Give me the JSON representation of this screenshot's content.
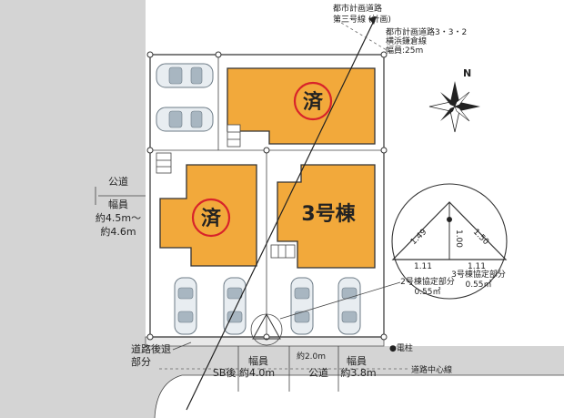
{
  "buildings": [
    {
      "id": "lot-top-right",
      "label": "済",
      "sold": true
    },
    {
      "id": "lot-left",
      "label": "済",
      "sold": true
    },
    {
      "id": "lot-3",
      "label": "3号棟",
      "sold": false
    }
  ],
  "roads": {
    "west_road": {
      "type": "公道",
      "width_label": "幅員",
      "width_value": "約4.5m～",
      "width_value2": "約4.6m"
    },
    "north_note_1": "都市計画道路",
    "north_note_2": "第三号線 (計画)",
    "north_note_3": "都市計画道路3・3・2",
    "north_note_4": "横浜鎌倉線",
    "north_note_5": "幅員:25m",
    "setback_label": "道路後退",
    "setback_label2": "部分",
    "sb_width_label": "幅員",
    "sb_width_value": "SB後 約4.0m",
    "center_distance": "約2.0m",
    "south_road_type": "公道",
    "south_width_label": "幅員",
    "south_width_value": "約3.8m",
    "pole_label": "●電柱",
    "centerline_label": "道路中心線"
  },
  "triangle": {
    "side_left": "1.49",
    "side_mid": "1.00",
    "side_right": "1.50",
    "base_left": "1.11",
    "base_right": "1.11",
    "lot2_label": "2号棟協定部分",
    "lot2_area": "0.55㎡",
    "lot3_label": "3号棟協定部分",
    "lot3_area": "0.55㎡"
  },
  "compass": {
    "letter": "N"
  },
  "colors": {
    "lot": "#f2a93b",
    "sold_mark": "#d8232a",
    "road": "#d4d4d4"
  }
}
